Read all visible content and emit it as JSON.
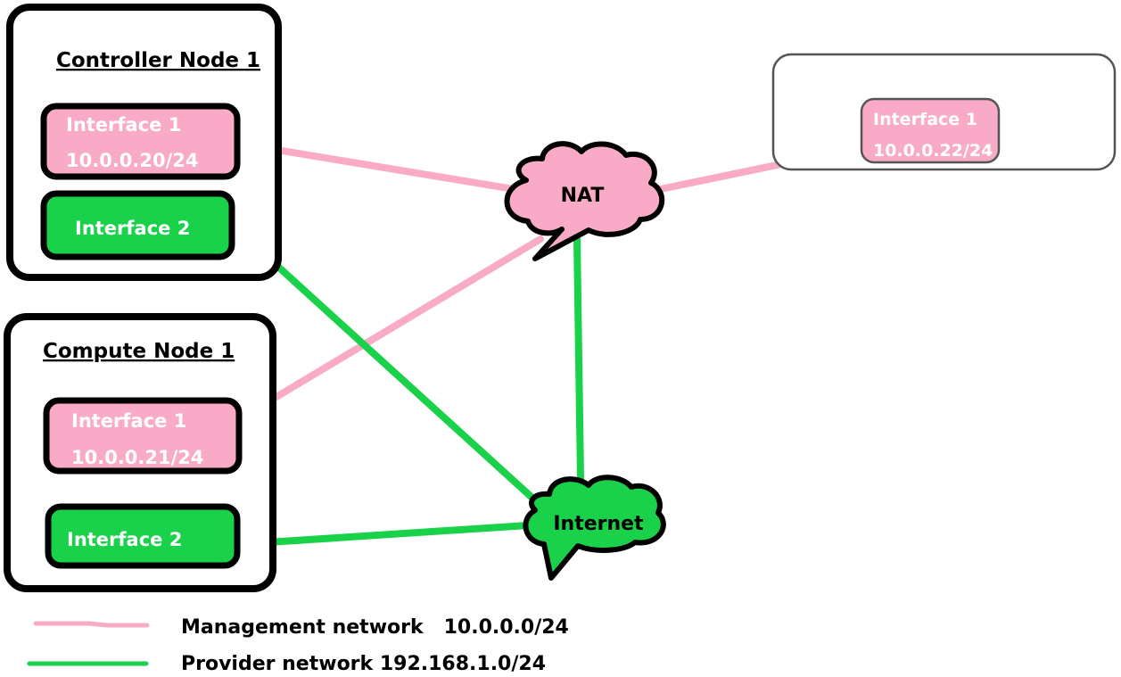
{
  "colors": {
    "management": "#f8aac6",
    "provider": "#19d24a",
    "outline": "#000000",
    "extra_outline": "#555555"
  },
  "nodes": {
    "controller": {
      "title": "Controller Node 1",
      "interface1": {
        "name": "Interface 1",
        "ip": "10.0.0.20/24"
      },
      "interface2": {
        "name": "Interface 2"
      }
    },
    "compute": {
      "title": "Compute Node 1",
      "interface1": {
        "name": "Interface 1",
        "ip": "10.0.0.21/24"
      },
      "interface2": {
        "name": "Interface 2"
      }
    },
    "extra": {
      "interface1": {
        "name": "Interface 1",
        "ip": "10.0.0.22/24"
      }
    }
  },
  "clouds": {
    "nat": "NAT",
    "internet": "Internet"
  },
  "legend": {
    "management": "Management network   10.0.0.0/24",
    "provider": "Provider network 192.168.1.0/24"
  }
}
